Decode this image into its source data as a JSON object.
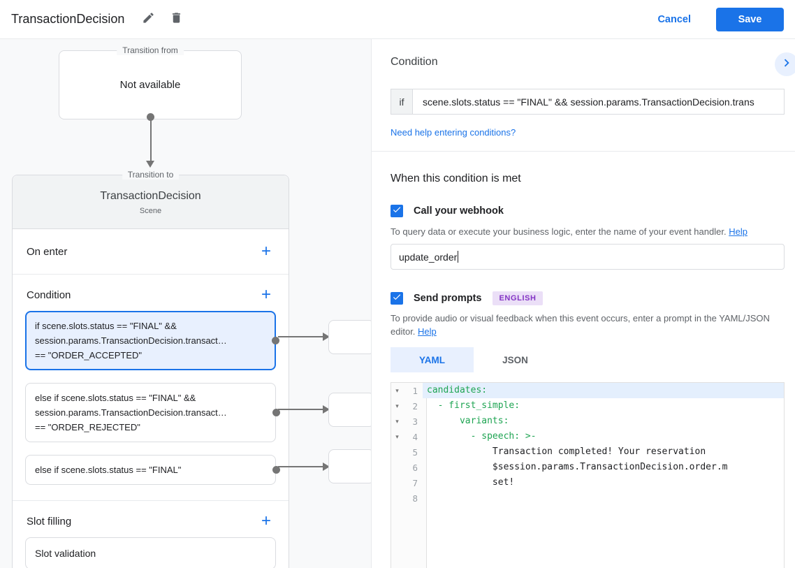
{
  "colors": {
    "accent_blue": "#1a73e8",
    "selection_bg": "#e8f0fe",
    "yaml_key_green": "#1ea452",
    "badge_text_purple": "#8333c4",
    "badge_bg_purple": "#ebdff7"
  },
  "icons": {
    "edit-icon": "pencil",
    "delete-icon": "trash",
    "expand-icon": "chevron-right",
    "checkbox-check-icon": "checkmark",
    "add-icon": "+",
    "fold-icon": "▾"
  },
  "header": {
    "title": "TransactionDecision",
    "cancel_label": "Cancel",
    "save_label": "Save"
  },
  "diagram": {
    "transition_from": {
      "legend": "Transition from",
      "content": "Not available"
    },
    "transition_to": {
      "legend": "Transition to",
      "scene_name": "TransactionDecision",
      "scene_type": "Scene"
    },
    "on_enter_label": "On enter",
    "condition_label": "Condition",
    "slot_filling_label": "Slot filling",
    "slot_validation_label": "Slot validation",
    "conditions": [
      {
        "selected": true,
        "lines": [
          "if scene.slots.status == \"FINAL\" &&",
          "session.params.TransactionDecision.transact…",
          "== \"ORDER_ACCEPTED\""
        ]
      },
      {
        "selected": false,
        "lines": [
          "else if scene.slots.status == \"FINAL\" &&",
          "session.params.TransactionDecision.transact…",
          "== \"ORDER_REJECTED\""
        ]
      },
      {
        "selected": false,
        "lines": [
          "else if scene.slots.status == \"FINAL\""
        ]
      }
    ]
  },
  "panel": {
    "title": "Condition",
    "if_label": "if",
    "if_value": "scene.slots.status == \"FINAL\" && session.params.TransactionDecision.trans",
    "conditions_help_link": "Need help entering conditions?",
    "when_met_title": "When this condition is met",
    "webhook": {
      "label": "Call your webhook",
      "checked": true,
      "desc": "To query data or execute your business logic, enter the name of your event handler.",
      "help_label": "Help",
      "value": "update_order"
    },
    "prompts": {
      "label": "Send prompts",
      "checked": true,
      "language_badge": "ENGLISH",
      "desc": "To provide audio or visual feedback when this event occurs, enter a prompt in the YAML/JSON editor.",
      "help_label": "Help"
    },
    "tabs": {
      "yaml_label": "YAML",
      "json_label": "JSON",
      "active": "YAML"
    },
    "editor": {
      "lines": [
        {
          "num": 1,
          "text": "candidates:"
        },
        {
          "num": 2,
          "text": "  - first_simple:"
        },
        {
          "num": 3,
          "text": "      variants:"
        },
        {
          "num": 4,
          "text": "        - speech: >-"
        },
        {
          "num": 5,
          "text": "            Transaction completed! Your reservation"
        },
        {
          "num": 6,
          "text": "            $session.params.TransactionDecision.order.m"
        },
        {
          "num": 7,
          "text": "            set!"
        },
        {
          "num": 8,
          "text": ""
        }
      ]
    }
  }
}
